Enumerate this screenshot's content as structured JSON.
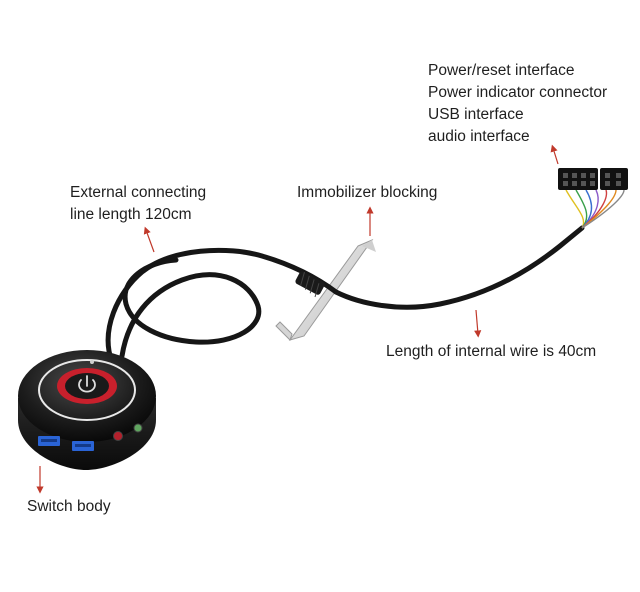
{
  "labels": {
    "external_line_1": "External connecting",
    "external_line_2": "line length 120cm",
    "immobilizer": "Immobilizer blocking",
    "internal_wire": "Length of internal wire is 40cm",
    "switch_body": "Switch body",
    "connectors": [
      "Power/reset interface",
      "Power indicator connector",
      "USB interface",
      "audio interface"
    ]
  },
  "icons": {
    "power_button": "power-icon",
    "arrow": "arrow-icon"
  },
  "colors": {
    "background": "#ffffff",
    "text": "#1f1f1f",
    "arrow": "#c0392b",
    "cable": "#161616",
    "button_ring": "#c8202c",
    "usb_port": "#2a64d6"
  }
}
